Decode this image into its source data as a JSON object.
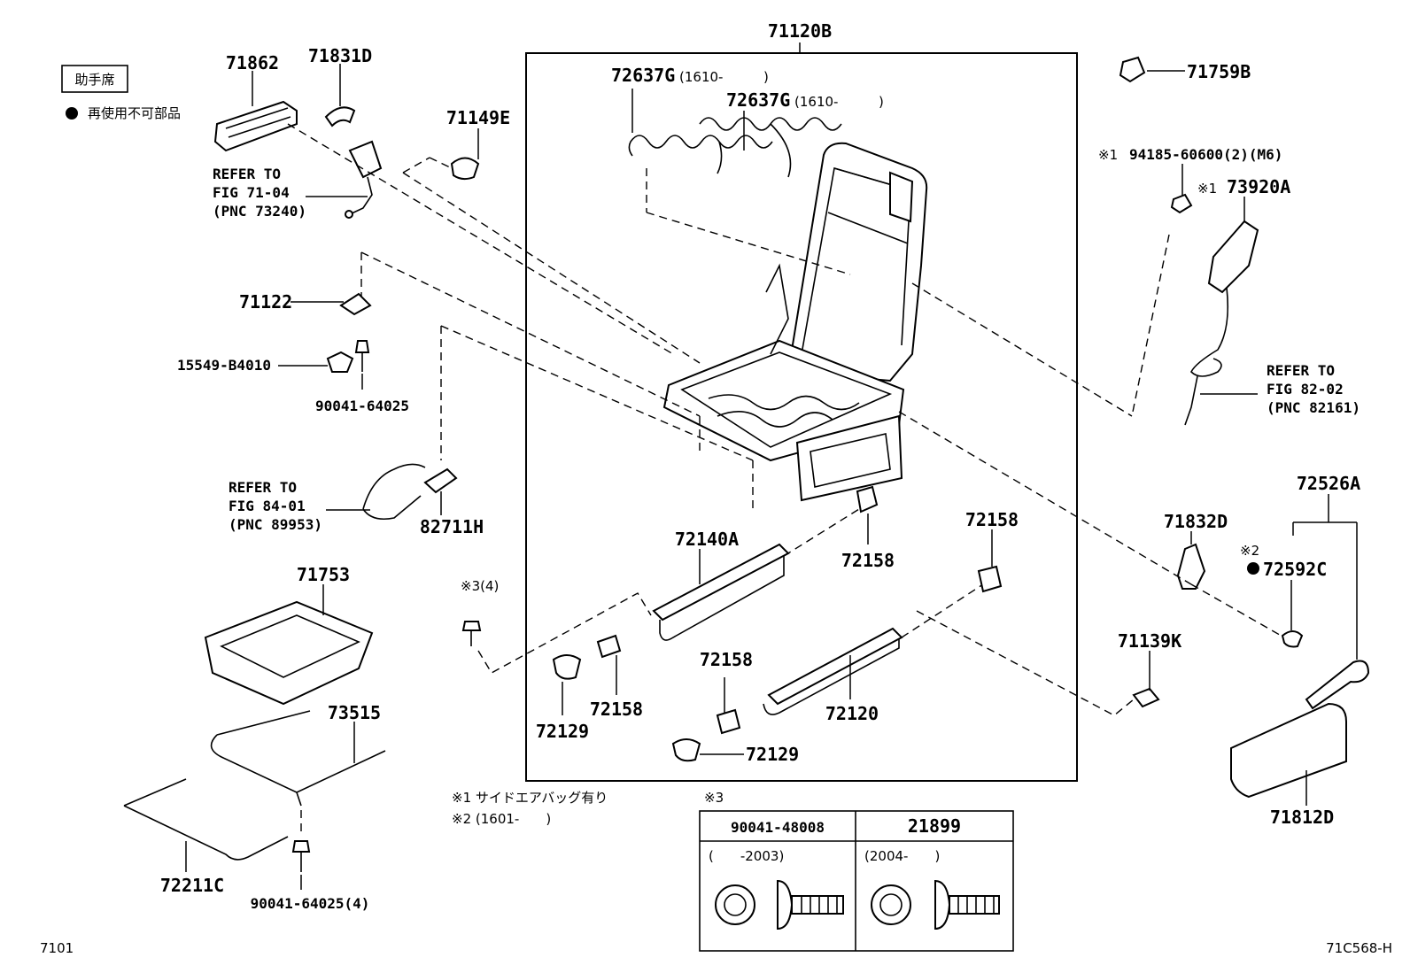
{
  "header": {
    "main_assembly": "71120B",
    "passenger_seat_tag": "助手席",
    "non_reusable_note": "再使用不可部品"
  },
  "parts": {
    "p71862": "71862",
    "p71831D": "71831D",
    "p71149E": "71149E",
    "p72637G_a": "72637G",
    "p72637G_a_note": "(1610-",
    "p72637G_a_close": ")",
    "p72637G_b": "72637G",
    "p72637G_b_note": "(1610-",
    "p72637G_b_close": ")",
    "p71759B": "71759B",
    "p94185_mark": "※1",
    "p94185": "94185-60600(2)(M6)",
    "p73920A_mark": "※1",
    "p73920A": "73920A",
    "p71122": "71122",
    "p15549": "15549-B4010",
    "p90041_64025": "90041-64025",
    "p82711H": "82711H",
    "p71753": "71753",
    "p73515": "73515",
    "p72211C": "72211C",
    "p90041_64025_4": "90041-64025(4)",
    "p72140A": "72140A",
    "p72158_a": "72158",
    "p72158_b": "72158",
    "p72158_c": "72158",
    "p72158_d": "72158",
    "p72129_a": "72129",
    "p72129_b": "72129",
    "p72120": "72120",
    "p71832D": "71832D",
    "p72526A": "72526A",
    "p72592C_mark": "※2",
    "p72592C": "72592C",
    "p71139K": "71139K",
    "p71812D": "71812D",
    "bolt3_mark": "※3(4)"
  },
  "refs": {
    "r1": [
      "REFER TO",
      "FIG 71-04",
      "(PNC 73240)"
    ],
    "r2": [
      "REFER TO",
      "FIG 84-01",
      "(PNC 89953)"
    ],
    "r3": [
      "REFER TO",
      "FIG 82-02",
      "(PNC 82161)"
    ]
  },
  "notes": {
    "n1": "※1 サイドエアバッグ有り",
    "n2": "※2 (1601-　　)",
    "n3_title": "※3"
  },
  "bolt_table": {
    "columns": [
      "90041-48008",
      "21899"
    ],
    "ranges": [
      "(　　-2003)",
      "(2004-　　)"
    ]
  },
  "footer": {
    "page_code": "7101",
    "figure_code": "71C568-H"
  }
}
